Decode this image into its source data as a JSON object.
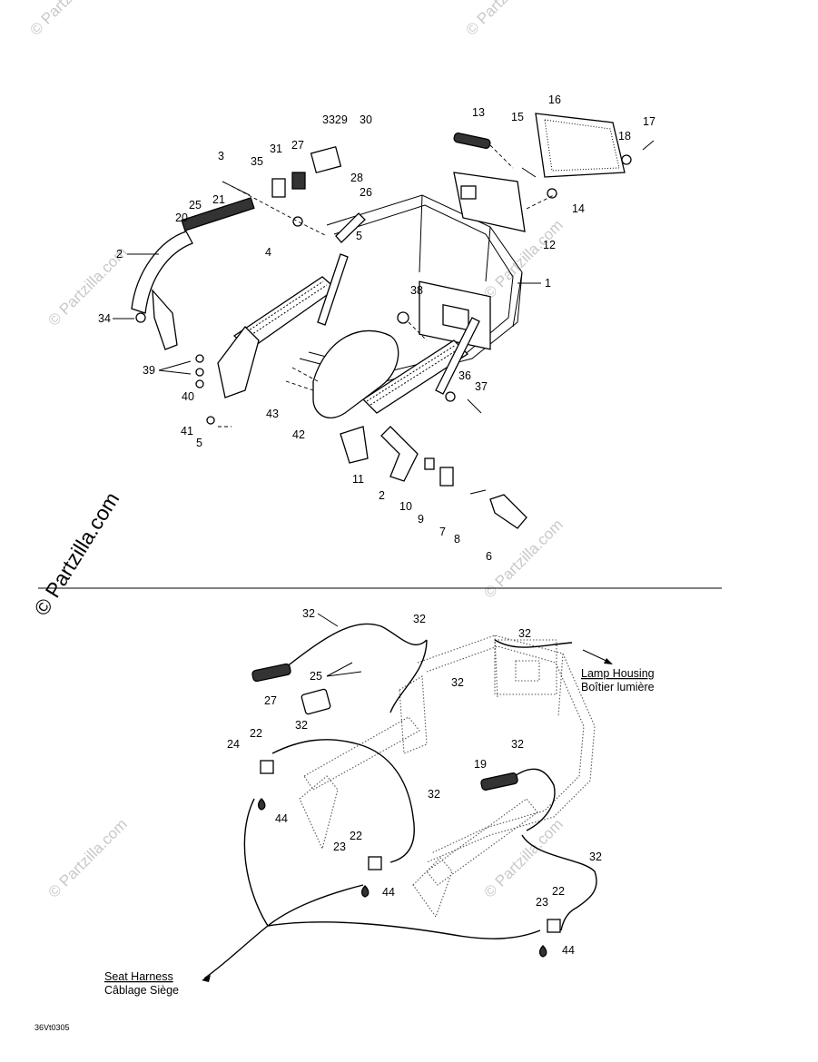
{
  "watermark": {
    "text": "© Partzilla.com",
    "big_text": "© Partzilla.com"
  },
  "top_callouts": [
    "1",
    "2",
    "3",
    "4",
    "5",
    "6",
    "7",
    "8",
    "9",
    "10",
    "11",
    "12",
    "13",
    "14",
    "15",
    "16",
    "17",
    "18",
    "20",
    "21",
    "25",
    "26",
    "27",
    "28",
    "29",
    "30",
    "31",
    "33",
    "34",
    "35",
    "36",
    "37",
    "38",
    "39",
    "40",
    "41",
    "42",
    "43"
  ],
  "labels": {
    "c1": "1",
    "c2a": "2",
    "c2b": "2",
    "c3": "3",
    "c4": "4",
    "c5a": "5",
    "c5b": "5",
    "c6": "6",
    "c7": "7",
    "c8": "8",
    "c9": "9",
    "c10": "10",
    "c11": "11",
    "c12": "12",
    "c13": "13",
    "c14": "14",
    "c15": "15",
    "c16": "16",
    "c17": "17",
    "c18": "18",
    "c20": "20",
    "c21": "21",
    "c25": "25",
    "c26": "26",
    "c27": "27",
    "c28": "28",
    "c3329": "3329",
    "c30": "30",
    "c31": "31",
    "c34": "34",
    "c35": "35",
    "c36": "36",
    "c37": "37",
    "c38": "38",
    "c39": "39",
    "c40": "40",
    "c41": "41",
    "c42": "42",
    "c43": "43",
    "w32a": "32",
    "w32b": "32",
    "w32c": "32",
    "w32d": "32",
    "w32e": "32",
    "w32f": "32",
    "w32g": "32",
    "w32h": "32",
    "w25": "25",
    "w27": "27",
    "w22a": "22",
    "w22b": "22",
    "w22c": "22",
    "w24": "24",
    "w23a": "23",
    "w23b": "23",
    "w19": "19",
    "w44a": "44",
    "w44b": "44",
    "w44c": "44"
  },
  "notes": {
    "lamp_housing": "Lamp Housing",
    "boitier_lumiere": "Boîtier lumière",
    "seat_harness": "Seat Harness",
    "cablage_siege": "Câblage Siège"
  },
  "footer_code": "36Vt0305"
}
